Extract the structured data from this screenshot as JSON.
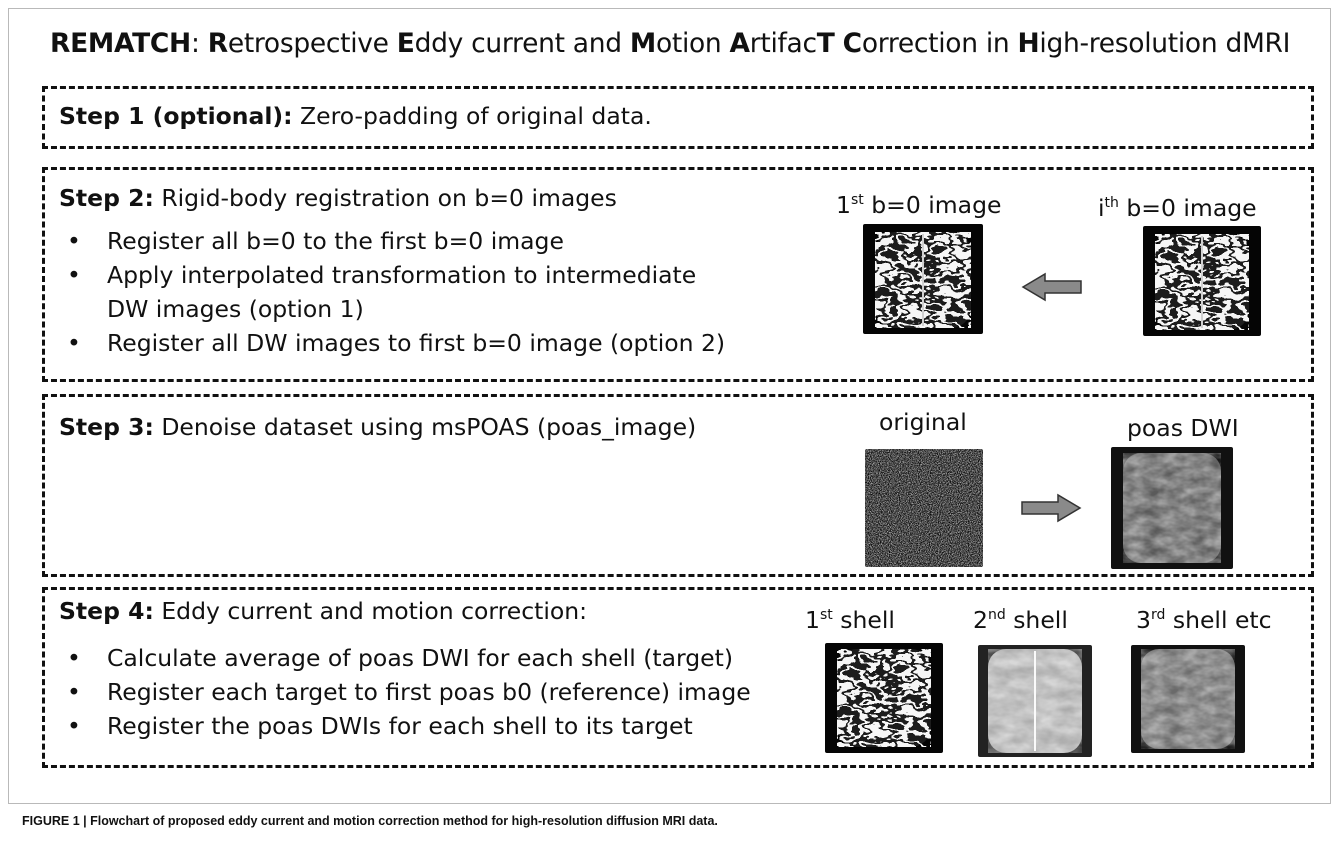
{
  "title": {
    "lead": "REMATCH",
    "rest_parts": [
      {
        "b": "R",
        "t": "etrospective "
      },
      {
        "b": "E",
        "t": "ddy current and "
      },
      {
        "b": "M",
        "t": "otion "
      },
      {
        "b": "A",
        "t": "rtifac"
      },
      {
        "b": "T",
        "t": " "
      },
      {
        "b": "C",
        "t": "orrection in "
      },
      {
        "b": "H",
        "t": "igh-resolution dMRI"
      }
    ]
  },
  "steps": [
    {
      "label": "Step 1 (optional):",
      "text": " Zero-padding of original data.",
      "bullets": []
    },
    {
      "label": "Step 2:",
      "text": " Rigid-body registration on b=0 images",
      "bullets": [
        "Register all b=0 to the first b=0 image",
        "Apply interpolated transformation to intermediate",
        "Register all DW images to first b=0 image (option 2)"
      ],
      "bullet_continuation": "DW images (option 1)",
      "images": [
        {
          "num": "1",
          "sup": "st",
          "rest": " b=0 image",
          "kind": "b0"
        },
        {
          "num": "i",
          "sup": "th",
          "rest": " b=0 image",
          "kind": "b0"
        }
      ]
    },
    {
      "label": "Step 3:",
      "text": " Denoise dataset using msPOAS (poas_image)",
      "bullets": [],
      "images": [
        {
          "caption": "original",
          "kind": "noise"
        },
        {
          "caption": "poas DWI",
          "kind": "smooth"
        }
      ]
    },
    {
      "label": "Step 4:",
      "text": "  Eddy current and motion correction:",
      "bullets": [
        "Calculate average of poas DWI for each shell (target)",
        "Register each target to first poas b0 (reference) image",
        "Register the poas DWIs for each shell to its target"
      ],
      "images": [
        {
          "num": "1",
          "sup": "st",
          "rest": " shell",
          "kind": "b0"
        },
        {
          "num": "2",
          "sup": "nd",
          "rest": " shell",
          "kind": "bright"
        },
        {
          "num": "3",
          "sup": "rd",
          "rest": " shell  etc",
          "kind": "smooth"
        }
      ]
    }
  ],
  "bullet_glyph": "•",
  "caption": "FIGURE 1 | Flowchart of proposed eddy current and motion correction method for high-resolution diffusion MRI data."
}
